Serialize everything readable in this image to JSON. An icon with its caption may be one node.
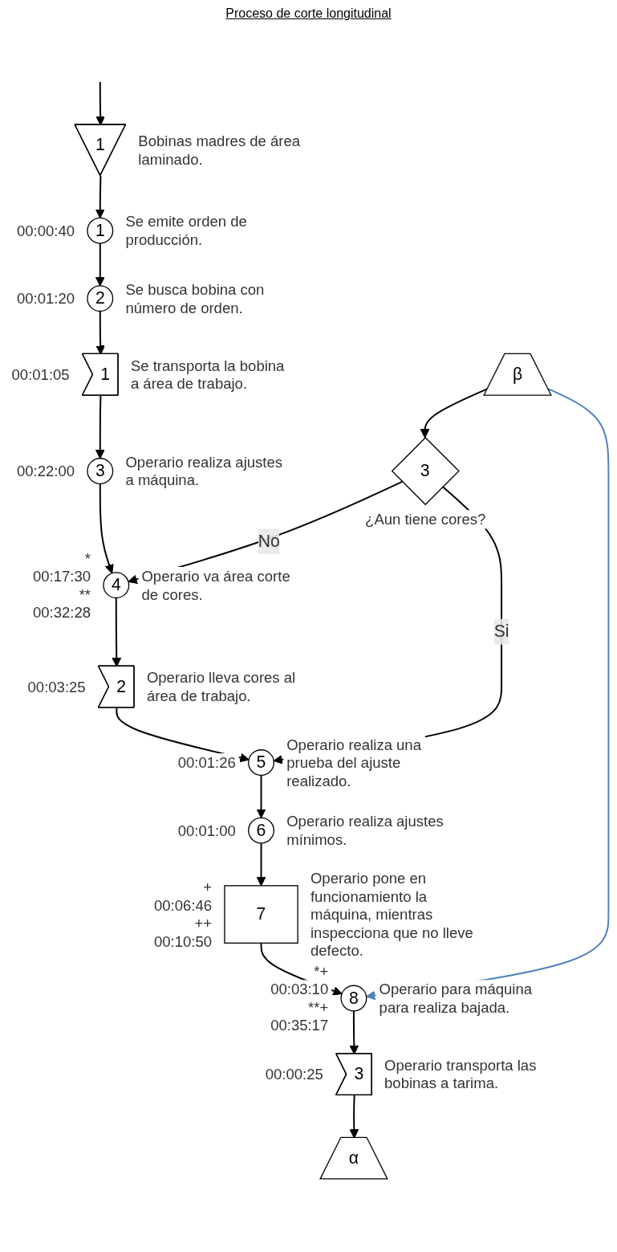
{
  "diagram": {
    "title": "Proceso de corte longitudinal",
    "nodes": [
      {
        "text": [
          "1"
        ],
        "beside": [
          "Bobinas madres de área laminado."
        ]
      },
      {
        "text": [
          "1"
        ],
        "beside": [
          "00:00:40",
          "Se emite orden de producción."
        ]
      },
      {
        "text": [
          "2"
        ],
        "beside": [
          "00:01:20",
          "Se busca bobina con número de orden."
        ]
      },
      {
        "text": [
          "1"
        ],
        "beside": [
          "00:01:05",
          "Se transporta la bobina a área de trabajo."
        ]
      },
      {
        "text": [
          "3"
        ],
        "beside": [
          "00:22:00",
          "Operario realiza ajustes a máquina."
        ]
      },
      {
        "text": [
          "4"
        ],
        "beside": [
          "*",
          "00:17:30",
          "**",
          "00:32:28",
          "Operario va área corte de cores."
        ]
      },
      {
        "text": [
          "2"
        ],
        "beside": [
          "00:03:25",
          "Operario lleva cores al área de trabajo."
        ]
      },
      {
        "text": [
          "5"
        ],
        "beside": [
          "00:01:26",
          "Operario realiza una prueba del ajuste realizado."
        ]
      },
      {
        "text": [
          "6"
        ],
        "beside": [
          "00:01:00",
          "Operario realiza ajustes mínimos."
        ]
      },
      {
        "text": [
          "7"
        ],
        "beside": [
          "+",
          "00:06:46",
          "++",
          "00:10:50",
          "Operario pone en funcionamiento la máquina, mientras inspecciona que no lleve defecto."
        ]
      },
      {
        "text": [
          "8"
        ],
        "beside": [
          "*+",
          "00:03:10",
          "**+",
          "00:35:17",
          "Operario para máquina para realiza bajada."
        ]
      },
      {
        "text": [
          "3"
        ],
        "beside": [
          "00:00:25",
          "Operario transporta las bobinas a tarima."
        ]
      },
      {
        "text": [
          "α"
        ]
      },
      {
        "text": [
          "3"
        ],
        "beside": [
          "¿Aun tiene cores?"
        ]
      },
      {
        "text": [
          "β"
        ]
      }
    ],
    "edges": [
      {
        "from": null,
        "to": 0,
        "arrow": "to"
      },
      {
        "from": 0,
        "to": 1,
        "arrow": "to"
      },
      {
        "from": 1,
        "to": 2,
        "arrow": "to"
      },
      {
        "from": 2,
        "to": 3,
        "arrow": "to"
      },
      {
        "from": 3,
        "to": 4,
        "arrow": "to"
      },
      {
        "from": 4,
        "to": 5,
        "arrow": "to"
      },
      {
        "from": 5,
        "to": 6,
        "arrow": "to"
      },
      {
        "from": 6,
        "to": 7,
        "arrow": "to"
      },
      {
        "from": 7,
        "to": 8,
        "arrow": "to"
      },
      {
        "from": 8,
        "to": 9,
        "arrow": "to"
      },
      {
        "from": 9,
        "to": 10,
        "arrow": "to"
      },
      {
        "from": 10,
        "to": 11,
        "arrow": "to"
      },
      {
        "from": 11,
        "to": 12,
        "arrow": "to"
      },
      {
        "from": 13,
        "to": 5,
        "arrow": "to",
        "label": "No"
      },
      {
        "from": 13,
        "to": 7,
        "arrow": "to",
        "label": "Si"
      },
      {
        "from": 14,
        "to": 13,
        "arrow": "to"
      },
      {
        "from": 14,
        "to": 10,
        "arrow": "to",
        "color": "#4f81bd"
      }
    ]
  }
}
